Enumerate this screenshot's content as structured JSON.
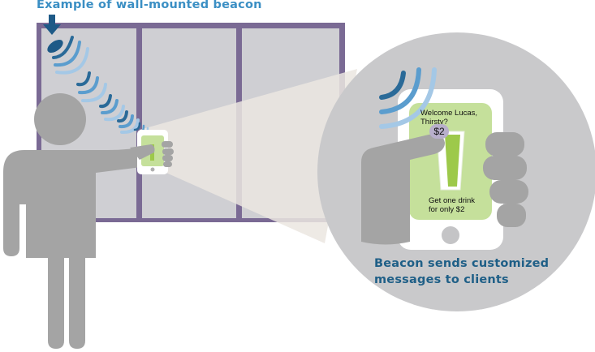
{
  "header": {
    "title": "Example of wall-mounted beacon"
  },
  "phone_screen": {
    "greeting_line1": "Welcome Lucas,",
    "greeting_line2": "Thirsty?",
    "price": "$2",
    "offer_line1": "Get one drink",
    "offer_line2": "for only $2"
  },
  "caption": {
    "line1": "Beacon sends customized",
    "line2": "messages to clients"
  },
  "colors": {
    "wave_dark": "#2a6a98",
    "wave_mid": "#5b9dce",
    "wave_light": "#a4c8e6",
    "title_blue": "#3b8fc4",
    "caption_blue": "#1f5f87",
    "person_gray": "#a4a4a4",
    "window_frame": "#7a6a94",
    "window_glass": "#cfcfd3",
    "zoom_circle": "#c9c9cb",
    "screen_green": "#c5e09b",
    "drink_green": "#9dc94a",
    "price_badge": "#b8afcb"
  },
  "icons": [
    "arrow-down-icon",
    "beacon-icon",
    "signal-wave-icon",
    "person-icon",
    "phone-icon",
    "drink-glass-icon",
    "hand-icon"
  ]
}
